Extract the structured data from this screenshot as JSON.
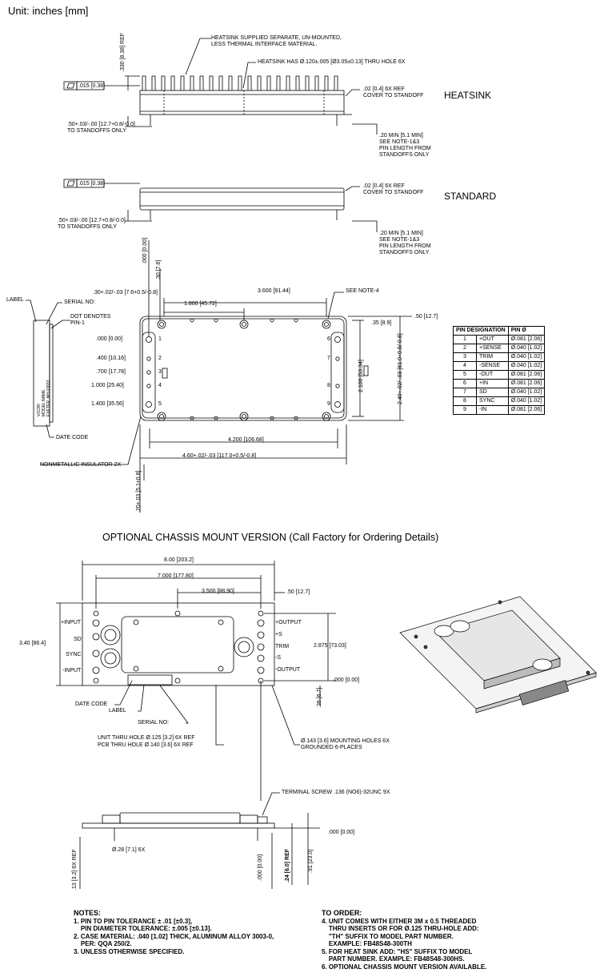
{
  "unit_label": "Unit: inches [mm]",
  "heatsink": {
    "title": "HEATSINK",
    "flatness": ".015 [0.38]",
    "height_dim": ".330 [8.38] REF",
    "note_supplied": [
      "HEATSINK SUPPLIED SEPARATE, UN-MOUNTED,",
      "LESS THERMAL INTERFACE MATERIAL."
    ],
    "note_hole": "HEATSINK HAS  Ø.120±.005 [Ø3.05±0.13] THRU HOLE 6X",
    "standoff_ref": [
      ".02 [0.4] 6X REF",
      "COVER TO STANDOFF"
    ],
    "pin_length": [
      ".20 MIN [5.1 MIN]",
      "SEE NOTE-1&3",
      "PIN LENGTH FROM",
      "STANDOFFS ONLY"
    ],
    "to_standoffs": [
      ".50+.03/-.00 [12.7+0.8/-0.0]",
      "TO STANDOFFS ONLY"
    ]
  },
  "standard": {
    "title": "STANDARD",
    "flatness": ".015 [0.38]",
    "standoff_ref": [
      ".02 [0.4] 6X REF",
      "COVER TO STANDOFF"
    ],
    "pin_length": [
      ".20 MIN [5.1 MIN]",
      "SEE NOTE-1&3",
      "PIN LENGTH FROM",
      "STANDOFFS ONLY"
    ],
    "to_standoffs": [
      ".50+.03/-.00 [12.7+0.8/-0.0]",
      "TO STANDOFFS ONLY"
    ]
  },
  "top_view": {
    "label": "LABEL",
    "serial": "SERIAL NO:",
    "dot": [
      "DOT DENOTES",
      "PIN-1"
    ],
    "date_code": "DATE CODE",
    "insulator": "NONMETALLIC INSULATOR 2X",
    "see_note4": "SEE NOTE-4",
    "dim_000v": ".000 [0.00]",
    "dim_30v": ".30 [7.6]",
    "dim_30_tol": ".30+.02/-.03 [7.6+0.5/-0.8]",
    "dim_3600": "3.600 [91.44]",
    "dim_1800": "1.800 [45.72]",
    "dim_35": ".35 [8.9]",
    "dim_50": ".50 [12.7]",
    "dim_2100": "2.100 [53.34]",
    "dim_240": "2.40+.02/-.03 [61.0+0.5/-0.8]",
    "dim_4200": "4.200 [106.68]",
    "dim_460": "4.60+.02/-.03 [117.0+0.5/-0.8]",
    "dim_20": ".20±.03 [5.1±0.8]",
    "pin_positions": [
      ".000 [0.00]",
      ".400 [10.16]",
      ".700 [17.78]",
      "1.000 [25.40]",
      "1.400 [35.56]"
    ],
    "left_pins": [
      "1",
      "2",
      "3",
      "4",
      "5"
    ],
    "right_pins": [
      "6",
      "7",
      "8",
      "9"
    ],
    "side_label": [
      "VICOR",
      "MODEL NAME",
      "EXETER, NH  03833"
    ]
  },
  "pin_table": {
    "headers": [
      "PIN DESIGNATION",
      "PIN Ø"
    ],
    "rows": [
      [
        "1",
        "+OUT",
        "Ø.081 [2.06]"
      ],
      [
        "2",
        "+SENSE",
        "Ø.040 [1.02]"
      ],
      [
        "3",
        "TRIM",
        "Ø.040 [1.02]"
      ],
      [
        "4",
        "-SENSE",
        "Ø.040 [1.02]"
      ],
      [
        "5",
        "-OUT",
        "Ø.081 [2.06]"
      ],
      [
        "6",
        "+IN",
        "Ø.081 [2.06]"
      ],
      [
        "7",
        "SD",
        "Ø.040 [1.02]"
      ],
      [
        "8",
        "SYNC",
        "Ø.040 [1.02]"
      ],
      [
        "9",
        "-IN",
        "Ø.081 [2.06]"
      ]
    ]
  },
  "chassis": {
    "title": "OPTIONAL CHASSIS MOUNT VERSION (Call Factory for Ordering Details)",
    "dim_800": "8.00 [203.2]",
    "dim_7000": "7.000 [177.80]",
    "dim_3500": "3.500 [88.90]",
    "dim_50": ".50 [12.7]",
    "dim_340": "3.40 [86.4]",
    "dim_2875": "2.875 [73.03]",
    "dim_000": ".000 [0.00]",
    "dim_26": ".26 [6.7]",
    "left_terms": [
      "+INPUT",
      "SD",
      "SYNC",
      "-INPUT"
    ],
    "right_terms": [
      "+OUTPUT",
      "+S",
      "TRIM",
      "-S",
      "-OUTPUT"
    ],
    "date_code": "DATE CODE",
    "label": "LABEL",
    "serial": "SERIAL NO:",
    "unit_hole": "UNIT THRU HOLE Ø.125 [3.2] 6X REF",
    "pcb_hole": "PCB  THRU HOLE Ø.140 [3.6] 6X REF",
    "mounting": [
      "Ø.143 [3.6] MOUNTING HOLES 6X",
      "GROUNDED 6-PLACES"
    ],
    "terminal_screw": "TERMINAL SCREW .136 (NO6)-32UNC 9X",
    "side_000": ".000 [0.00]",
    "dia_28": "Ø.28 [7.1] 6X",
    "dim_13": ".13 [3.2] 6X REF",
    "dim_000v": ".000 [0.00]",
    "dim_24": ".24 [6.0] REF",
    "dim_91": ".91 [23.0]"
  },
  "notes": {
    "title": "NOTES:",
    "items": [
      "1. PIN TO PIN TOLERANCE ± .01 [±0.3],",
      "    PIN DIAMETER TOLERANCE: ±.005 [±0.13].",
      "2. CASE MATERIAL: .040 [1.02] THICK, ALUMINUM ALLOY 3003-0,",
      "    PER: QQA 250/2.",
      "3. UNLESS OTHERWISE SPECIFIED."
    ]
  },
  "order": {
    "title": "TO ORDER:",
    "items": [
      "4. UNIT COMES WITH EITHER 3M x 0.5 THREADED",
      "    THRU INSERTS OR FOR Ø.125 THRU-HOLE ADD:",
      "    \"TH\" SUFFIX TO MODEL PART NUMBER.",
      "    EXAMPLE: FB48S48-300TH",
      "5. FOR HEAT SINK ADD: \"HS\" SUFFIX TO MODEL",
      "    PART NUMBER. EXAMPLE: FB48S48-300HS.",
      "6. OPTIONAL CHASSIS MOUNT VERSION AVAILABLE."
    ]
  }
}
